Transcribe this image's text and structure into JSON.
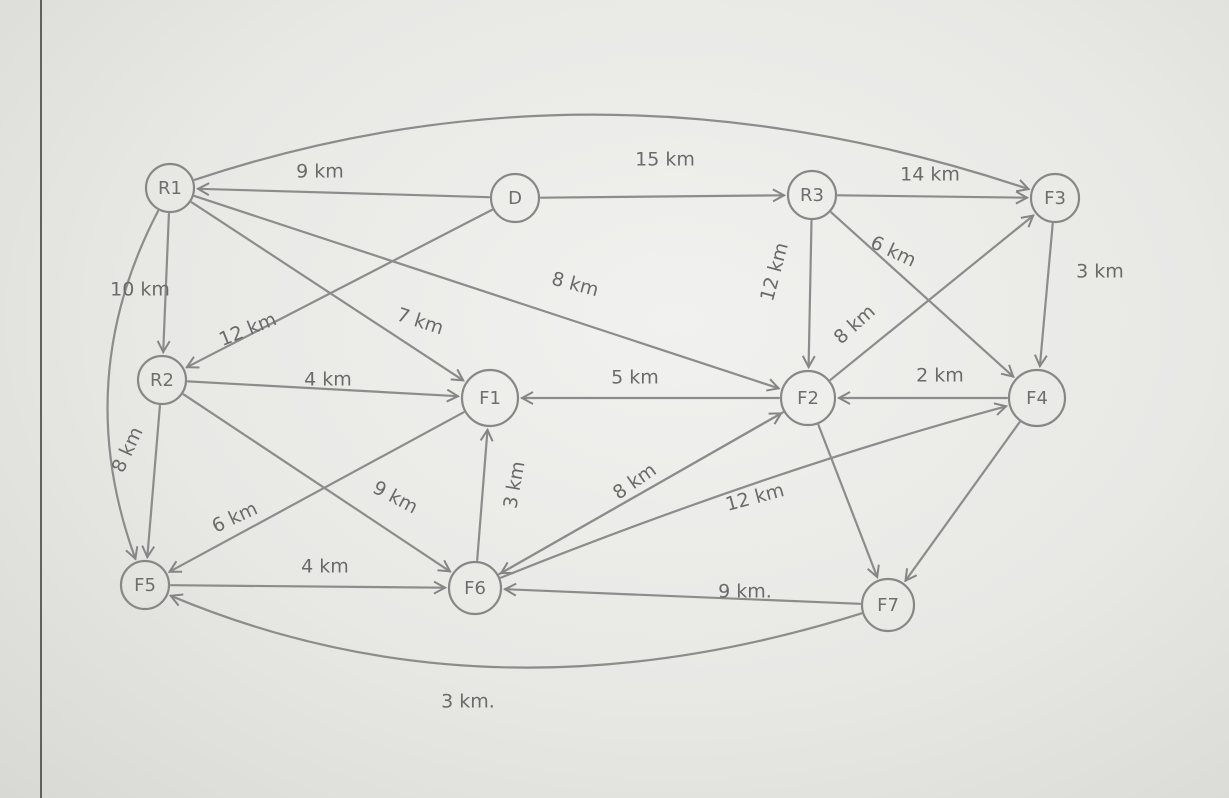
{
  "diagram": {
    "nodes": [
      {
        "id": "R1",
        "label": "R1"
      },
      {
        "id": "D",
        "label": "D"
      },
      {
        "id": "R3",
        "label": "R3"
      },
      {
        "id": "F3",
        "label": "F3"
      },
      {
        "id": "R2",
        "label": "R2"
      },
      {
        "id": "F1",
        "label": "F1"
      },
      {
        "id": "F2",
        "label": "F2"
      },
      {
        "id": "F4",
        "label": "F4"
      },
      {
        "id": "F5",
        "label": "F5"
      },
      {
        "id": "F6",
        "label": "F6"
      },
      {
        "id": "F7",
        "label": "F7"
      }
    ],
    "edges": [
      {
        "from": "D",
        "to": "R1",
        "label": "9 km"
      },
      {
        "from": "D",
        "to": "R3",
        "label": "15 km"
      },
      {
        "from": "R3",
        "to": "F3",
        "label": "14 km"
      },
      {
        "from": "R1",
        "to": "F3",
        "label": ""
      },
      {
        "from": "R1",
        "to": "R2",
        "label": "10 km"
      },
      {
        "from": "R1",
        "to": "F5",
        "label": ""
      },
      {
        "from": "R1",
        "to": "F1",
        "label": "7 km"
      },
      {
        "from": "R1",
        "to": "F2",
        "label": "8 km"
      },
      {
        "from": "D",
        "to": "R2",
        "label": "12 km"
      },
      {
        "from": "R3",
        "to": "F2",
        "label": "12 km"
      },
      {
        "from": "R3",
        "to": "F4",
        "label": "6 km"
      },
      {
        "from": "F3",
        "to": "F4",
        "label": "3 km"
      },
      {
        "from": "F2",
        "to": "F3",
        "label": "8 km"
      },
      {
        "from": "F4",
        "to": "F2",
        "label": "2 km"
      },
      {
        "from": "F2",
        "to": "F1",
        "label": "5 km"
      },
      {
        "from": "R2",
        "to": "F1",
        "label": "4 km"
      },
      {
        "from": "R2",
        "to": "F5",
        "label": "8 km"
      },
      {
        "from": "R2",
        "to": "F6",
        "label": "9 km"
      },
      {
        "from": "F1",
        "to": "F5",
        "label": "6 km"
      },
      {
        "from": "F6",
        "to": "F1",
        "label": "3 km"
      },
      {
        "from": "F6",
        "to": "F2",
        "label": "8 km"
      },
      {
        "from": "F2",
        "to": "F6",
        "label": ""
      },
      {
        "from": "F6",
        "to": "F4",
        "label": "12 km"
      },
      {
        "from": "F2",
        "to": "F7",
        "label": ""
      },
      {
        "from": "F4",
        "to": "F7",
        "label": ""
      },
      {
        "from": "F7",
        "to": "F6",
        "label": "9 km."
      },
      {
        "from": "F5",
        "to": "F6",
        "label": "4 km"
      },
      {
        "from": "F7",
        "to": "F5",
        "label": "3 km."
      }
    ]
  }
}
